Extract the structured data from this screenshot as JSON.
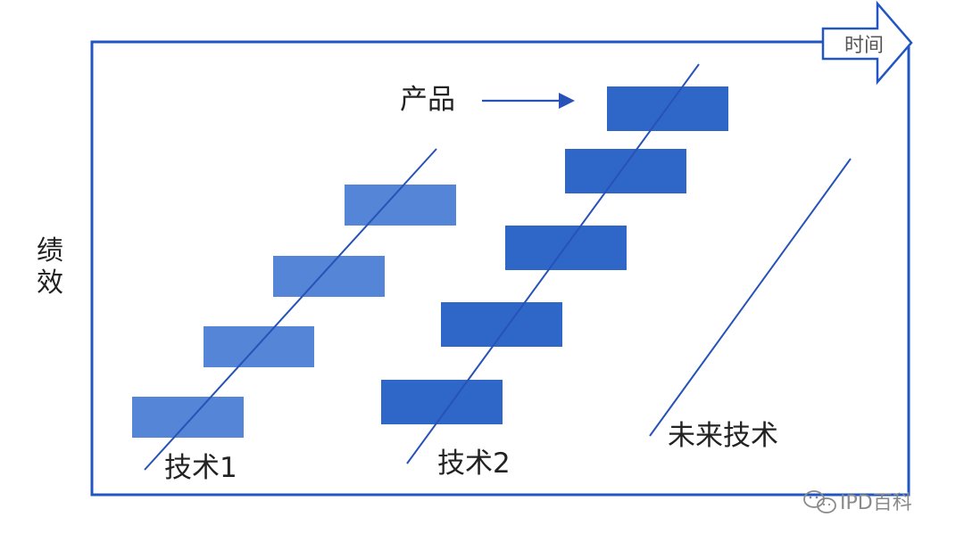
{
  "labels": {
    "performance_axis": "绩效",
    "time_axis": "时间",
    "product": "产品",
    "tech1": "技术1",
    "tech2": "技术2",
    "future_tech": "未来技术"
  },
  "watermark": {
    "text": "IPD百科"
  },
  "colors": {
    "frame": "#2255c4",
    "tech1_bar": "#5585d6",
    "tech2_bar": "#2f67c8",
    "line": "#2752b8"
  },
  "groups": [
    {
      "name": "技术1",
      "bar_count": 4
    },
    {
      "name": "技术2",
      "bar_count": 5
    },
    {
      "name": "未来技术",
      "bar_count": 0
    }
  ]
}
